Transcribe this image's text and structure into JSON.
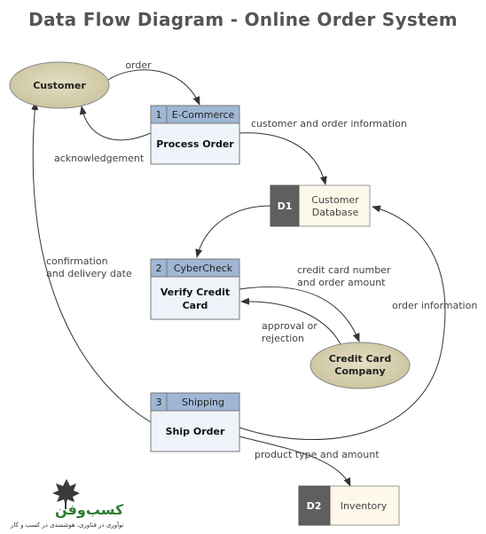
{
  "title": "Data Flow Diagram - Online Order System",
  "colors": {
    "process_header": "#9fb6d4",
    "process_body": "#eef4f9",
    "entity_fill": "#d6cfae",
    "store_id_fill": "#5f5f5f",
    "store_body": "#fdf8e9",
    "line": "#333333",
    "label_text": "#444444"
  },
  "entities": {
    "customer": "Customer",
    "credit_card_company": [
      "Credit Card",
      "Company"
    ]
  },
  "processes": [
    {
      "number": "1",
      "group": "E-Commerce",
      "name": [
        "Process Order"
      ]
    },
    {
      "number": "2",
      "group": "CyberCheck",
      "name": [
        "Verify Credit",
        "Card"
      ]
    },
    {
      "number": "3",
      "group": "Shipping",
      "name": [
        "Ship Order"
      ]
    }
  ],
  "stores": [
    {
      "id": "D1",
      "name": [
        "Customer",
        "Database"
      ]
    },
    {
      "id": "D2",
      "name": [
        "Inventory"
      ]
    }
  ],
  "flows": {
    "order": "order",
    "acknowledgement": "acknowledgement",
    "customer_and_order_information": "customer and order information",
    "confirmation": [
      "confirmation",
      "and delivery date"
    ],
    "credit_card_number": [
      "credit card number",
      "and order amount"
    ],
    "approval": [
      "approval or",
      "rejection"
    ],
    "order_information": "order information",
    "product_type": "product type and amount"
  },
  "logo": {
    "wordmark": "کسب‌وفن",
    "tagline": "نوآوری در فناوری، هوشمندی در کسب و کار"
  }
}
